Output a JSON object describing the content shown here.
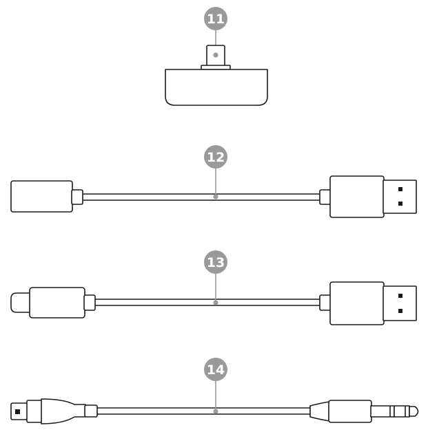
{
  "callout_color": "#9a9a9a",
  "outline_color": "#1a1a1a",
  "background": "#ffffff",
  "items": [
    {
      "number": "11",
      "part": "usb-c-dongle-icon"
    },
    {
      "number": "12",
      "part": "usb-a-extension-cable-icon"
    },
    {
      "number": "13",
      "part": "usb-c-to-usb-a-cable-icon"
    },
    {
      "number": "14",
      "part": "audio-jack-cable-icon"
    }
  ]
}
